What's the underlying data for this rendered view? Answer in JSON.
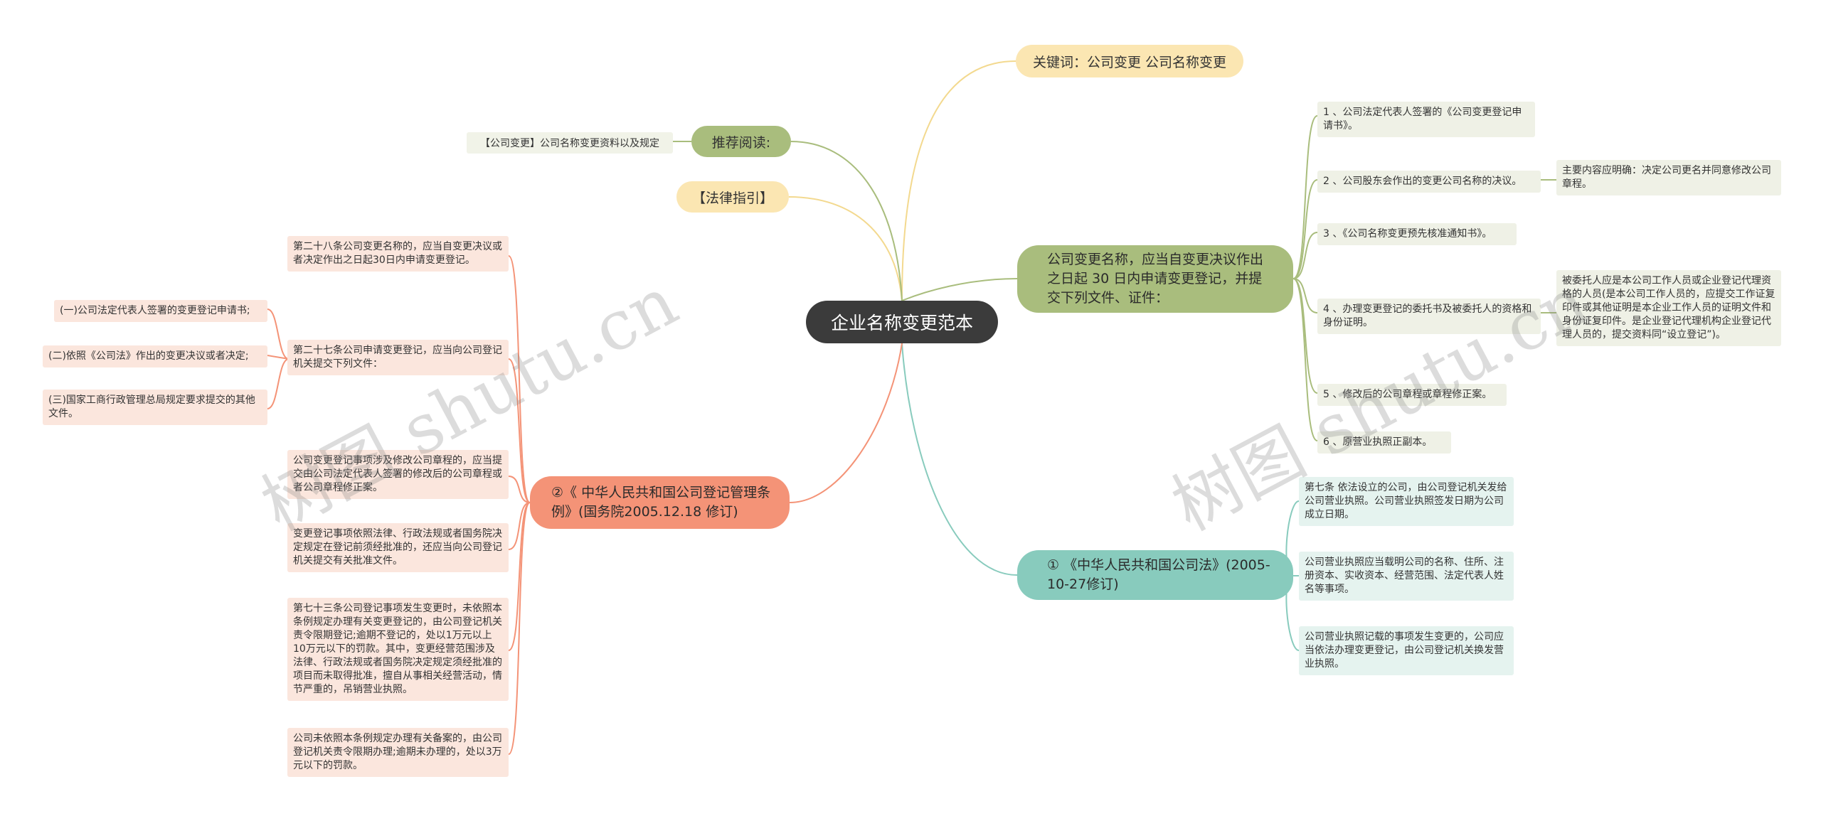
{
  "root": "企业名称变更范本",
  "keywords": "关键词：公司变更 公司名称变更",
  "law_guide": "【法律指引】",
  "recommend": {
    "label": "推荐阅读:",
    "item": "【公司变更】公司名称变更资料以及规定"
  },
  "green_branch": {
    "label": "公司变更名称，应当自变更决议作出之日起 30 日内申请变更登记，并提交下列文件、证件：",
    "items": [
      "1 、公司法定代表人签署的《公司变更登记申请书》。",
      "2 、公司股东会作出的变更公司名称的决议。",
      "3 、《公司名称变更预先核准通知书》。",
      "4 、办理变更登记的委托书及被委托人的资格和身份证明。",
      "5 、修改后的公司章程或章程修正案。",
      "6 、原营业执照正副本。"
    ],
    "sub_item2": "主要内容应明确：决定公司更名并同意修改公司章程。",
    "sub_item4": "被委托人应是本公司工作人员或企业登记代理资格的人员(是本公司工作人员的，应提交工作证复印件或其他证明是本企业工作人员的证明文件和身份证复印件。是企业登记代理机构企业登记代理人员的，提交资料同“设立登记”)。"
  },
  "teal_branch": {
    "label": "① 《中华人民共和国公司法》(2005-10-27修订)",
    "items": [
      "第七条 依法设立的公司，由公司登记机关发给公司营业执照。公司营业执照签发日期为公司成立日期。",
      "公司营业执照应当载明公司的名称、住所、注册资本、实收资本、经营范围、法定代表人姓名等事项。",
      "公司营业执照记载的事项发生变更的，公司应当依法办理变更登记，由公司登记机关换发营业执照。"
    ]
  },
  "orange_branch": {
    "label": "②《 中华人民共和国公司登记管理条例》(国务院2005.12.18 修订)",
    "items": [
      "第二十八条公司变更名称的，应当自变更决议或者决定作出之日起30日内申请变更登记。",
      "第二十七条公司申请变更登记，应当向公司登记机关提交下列文件：",
      "公司变更登记事项涉及修改公司章程的，应当提交由公司法定代表人签署的修改后的公司章程或者公司章程修正案。",
      "变更登记事项依照法律、行政法规或者国务院决定规定在登记前须经批准的，还应当向公司登记机关提交有关批准文件。",
      "第七十三条公司登记事项发生变更时，未依照本条例规定办理有关变更登记的，由公司登记机关责令限期登记;逾期不登记的，处以1万元以上10万元以下的罚款。其中，变更经营范围涉及法律、行政法规或者国务院决定规定须经批准的项目而未取得批准，擅自从事相关经营活动，情节严重的，吊销营业执照。",
      "公司未依照本条例规定办理有关备案的，由公司登记机关责令限期办理;逾期未办理的，处以3万元以下的罚款。"
    ],
    "sub_items": [
      "(一)公司法定代表人签署的变更登记申请书;",
      "(二)依照《公司法》作出的变更决议或者决定;",
      "(三)国家工商行政管理总局规定要求提交的其他文件。"
    ]
  },
  "watermarks": [
    "树图 shutu.cn",
    "树图 shutu.cn"
  ],
  "colors": {
    "root": "#3b3b3b",
    "green": "#a9bd7d",
    "teal": "#88cbbd",
    "orange": "#f49377",
    "yellow": "#fbe6b2"
  }
}
